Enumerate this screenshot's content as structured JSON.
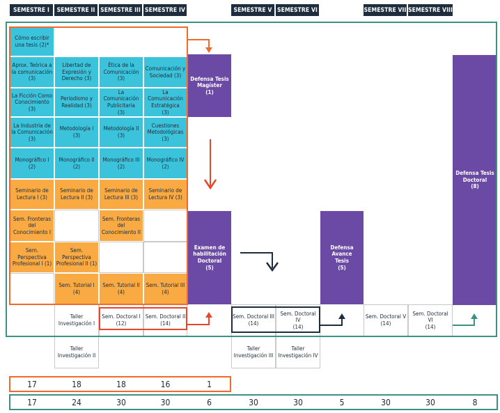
{
  "headers": [
    "SEMESTRE I",
    "SEMESTRE II",
    "SEMESTRE III",
    "SEMESTRE IV",
    "SEMESTRE V",
    "SEMESTRE VI",
    "SEMESTRE VII",
    "SEMESTRE VIII"
  ],
  "blue_cells": {
    "c1": "Cómo escribir\nuna tesis (2)*",
    "c2": "Aprox. Teórica a\nla comunicación\n(3)",
    "c3": "Libertad de\nExpresión y\nDerecho (3)",
    "c4": "Ética de la\nComunicación\n(3)",
    "c5": "Comunicación y\nSociedad (3)",
    "c6": "La Ficción Como\nConocimiento (3)",
    "c7": "Periodismo y\nRealidad (3)",
    "c8": "La Comunicación\nPublicitaria\n(3)",
    "c9": "La Comunicación\nEstratégica\n(3)",
    "c10": "La Industria de\nla Comunicación\n(3)",
    "c11": "Metodología I\n(3)",
    "c12": "Metodología II\n(3)",
    "c13": "Cuestiones\nMetodológicas\n(3)",
    "c14": "Monográfico I\n(2)",
    "c15": "Monográfico II\n(2)",
    "c16": "Monográfico III\n(2)",
    "c17": "Monográfico IV\n(2)"
  },
  "orange_cells": {
    "o1": "Seminario de\nLectura I (3)",
    "o2": "Seminario de\nLectura II (3)",
    "o3": "Seminario de\nLectura III (3)",
    "o4": "Seminario de\nLectura IV (3)",
    "o5": "Sem. Fronteras\ndel\nConocimiento I",
    "o6": "Sem. Fronteras\ndel\nConocimiento II",
    "o7": "Sem. Perspectiva\nProfesional I (1)",
    "o8": "Sem. Perspectiva\nProfesional II (1)",
    "o9": "Sem. Tutorial I\n(4)",
    "o10": "Sem. Tutorial II\n(4)",
    "o11": "Sem. Tutorial III\n(4)"
  },
  "purple_cells": {
    "p1": "Defensa Tesis\nMagíster\n(1)",
    "p2": "Examen de\nhabilitación\nDoctoral\n(5)",
    "p3": "Defensa\nAvance\nTesis\n(5)",
    "p4": "Defensa Tesis\nDoctoral\n(8)"
  },
  "white_cells": {
    "w1": "Taller\nInvestigación I",
    "w2": "Sem. Doctoral I\n(12)",
    "w3": "Sem. Doctoral II\n(14)",
    "w4": "Sem. Doctoral III\n(14)",
    "w5": "Sem. Doctoral IV\n(14)",
    "w6": "Sem. Doctoral V\n(14)",
    "w7": "Sem. Doctoral VI\n(14)",
    "w8": "Taller\nInvestigación II",
    "w9": "Taller\nInvestigación III",
    "w10": "Taller\nInvestigación IV"
  },
  "credits_magister": [
    "17",
    "18",
    "18",
    "16",
    "1"
  ],
  "credits_doctorado": [
    "17",
    "24",
    "30",
    "30",
    "6",
    "30",
    "30",
    "5",
    "30",
    "30",
    "8"
  ],
  "colors": {
    "header": "#1d2d3d",
    "blue": "#3cc3dc",
    "orange": "#f9aa42",
    "purple": "#6b4aa5",
    "magister_frame": "#f26a2b",
    "doctorado_frame": "#3a9184",
    "doctoral_outline": "#1d2d3d"
  }
}
